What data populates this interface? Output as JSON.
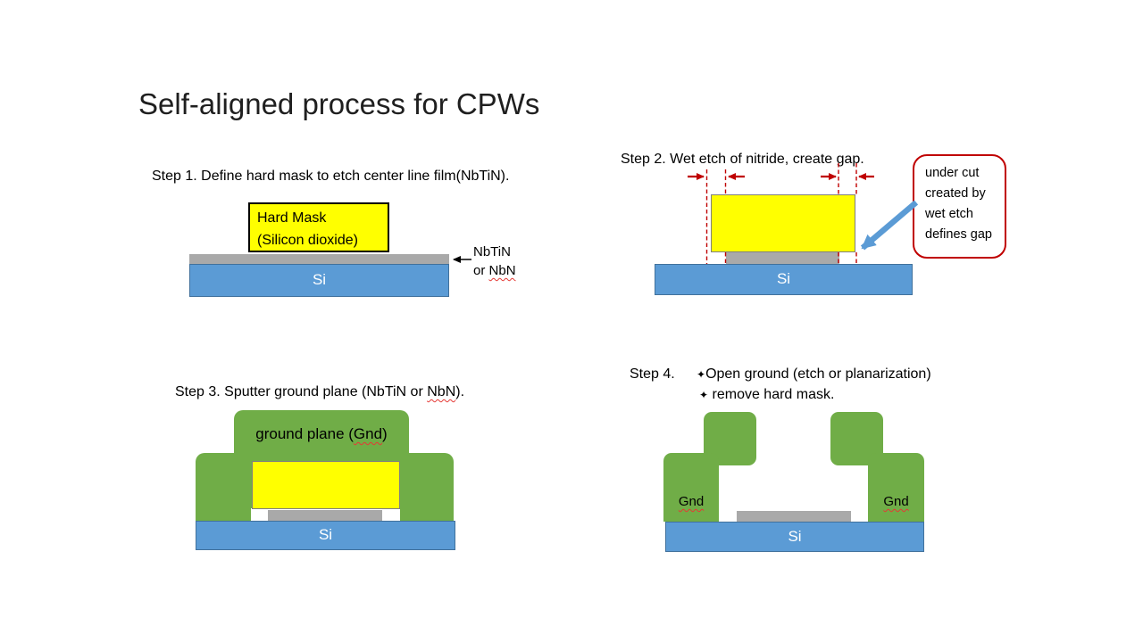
{
  "slide": {
    "title": "Self-aligned process for CPWs"
  },
  "colors": {
    "substrate_blue": "#5B9BD5",
    "ground_green": "#70AD47",
    "mask_yellow": "#FFFF00",
    "film_gray": "#A9A9A9",
    "annotation_red": "#C00000",
    "arrow_blue": "#5B9BD5"
  },
  "step1": {
    "heading": "Step 1. Define hard mask to etch center line film(NbTiN).",
    "hard_mask": {
      "line1": "Hard Mask",
      "line2": "(Silicon dioxide)"
    },
    "film_label": {
      "line1": "NbTiN",
      "line2_prefix": "or ",
      "line2_word": "NbN"
    },
    "substrate": "Si"
  },
  "step2": {
    "heading": "Step 2. Wet etch of nitride, create gap.",
    "substrate": "Si",
    "callout": {
      "line1": "under cut",
      "line2": "created by",
      "line3": "wet etch",
      "line4": "defines gap"
    }
  },
  "step3": {
    "heading": {
      "prefix": "Step 3. Sputter ground plane (NbTiN or ",
      "word": "NbN",
      "suffix": ")."
    },
    "ground_plane": {
      "prefix": "ground plane (",
      "word": "Gnd",
      "suffix": ")"
    },
    "substrate": "Si"
  },
  "step4": {
    "step_label": "Step 4.",
    "bullets": {
      "glyph1": "✦",
      "item1": "Open ground (etch or planarization)",
      "glyph2": "✦",
      "item2": " remove hard mask."
    },
    "gnd_left": "Gnd",
    "gnd_right": "Gnd",
    "substrate": "Si"
  }
}
